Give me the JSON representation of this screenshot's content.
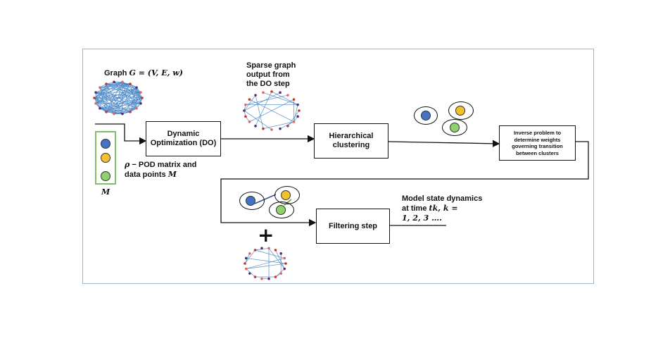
{
  "graph_label_prefix": "Graph",
  "graph_label_math": "G = (V, E, w)",
  "sparse_label": "Sparse graph output from the DO step",
  "dynamic_opt": "Dynamic Optimization (DO)",
  "pod_label_math": "ρ",
  "pod_label_text1": " − POD matrix and",
  "pod_label_text2": "data points ",
  "pod_label_math2": "M",
  "m_label": "M",
  "hierarchical": "Hierarchical clustering",
  "inverse_problem": "Inverse problem to determine weights governing transition between clusters",
  "filtering": "Filtering step",
  "model_state_line1": "Model state dynamics",
  "model_state_line2": "at time ",
  "model_state_math2": "tk, k =",
  "model_state_line3": "1, 2, 3 ….",
  "plus_sign": "+",
  "colors": {
    "blue": "#4472c4",
    "yellow": "#f2c12e",
    "green": "#8fd16a",
    "frame": "#9fb5c9",
    "m_border": "#7fbf6a"
  }
}
